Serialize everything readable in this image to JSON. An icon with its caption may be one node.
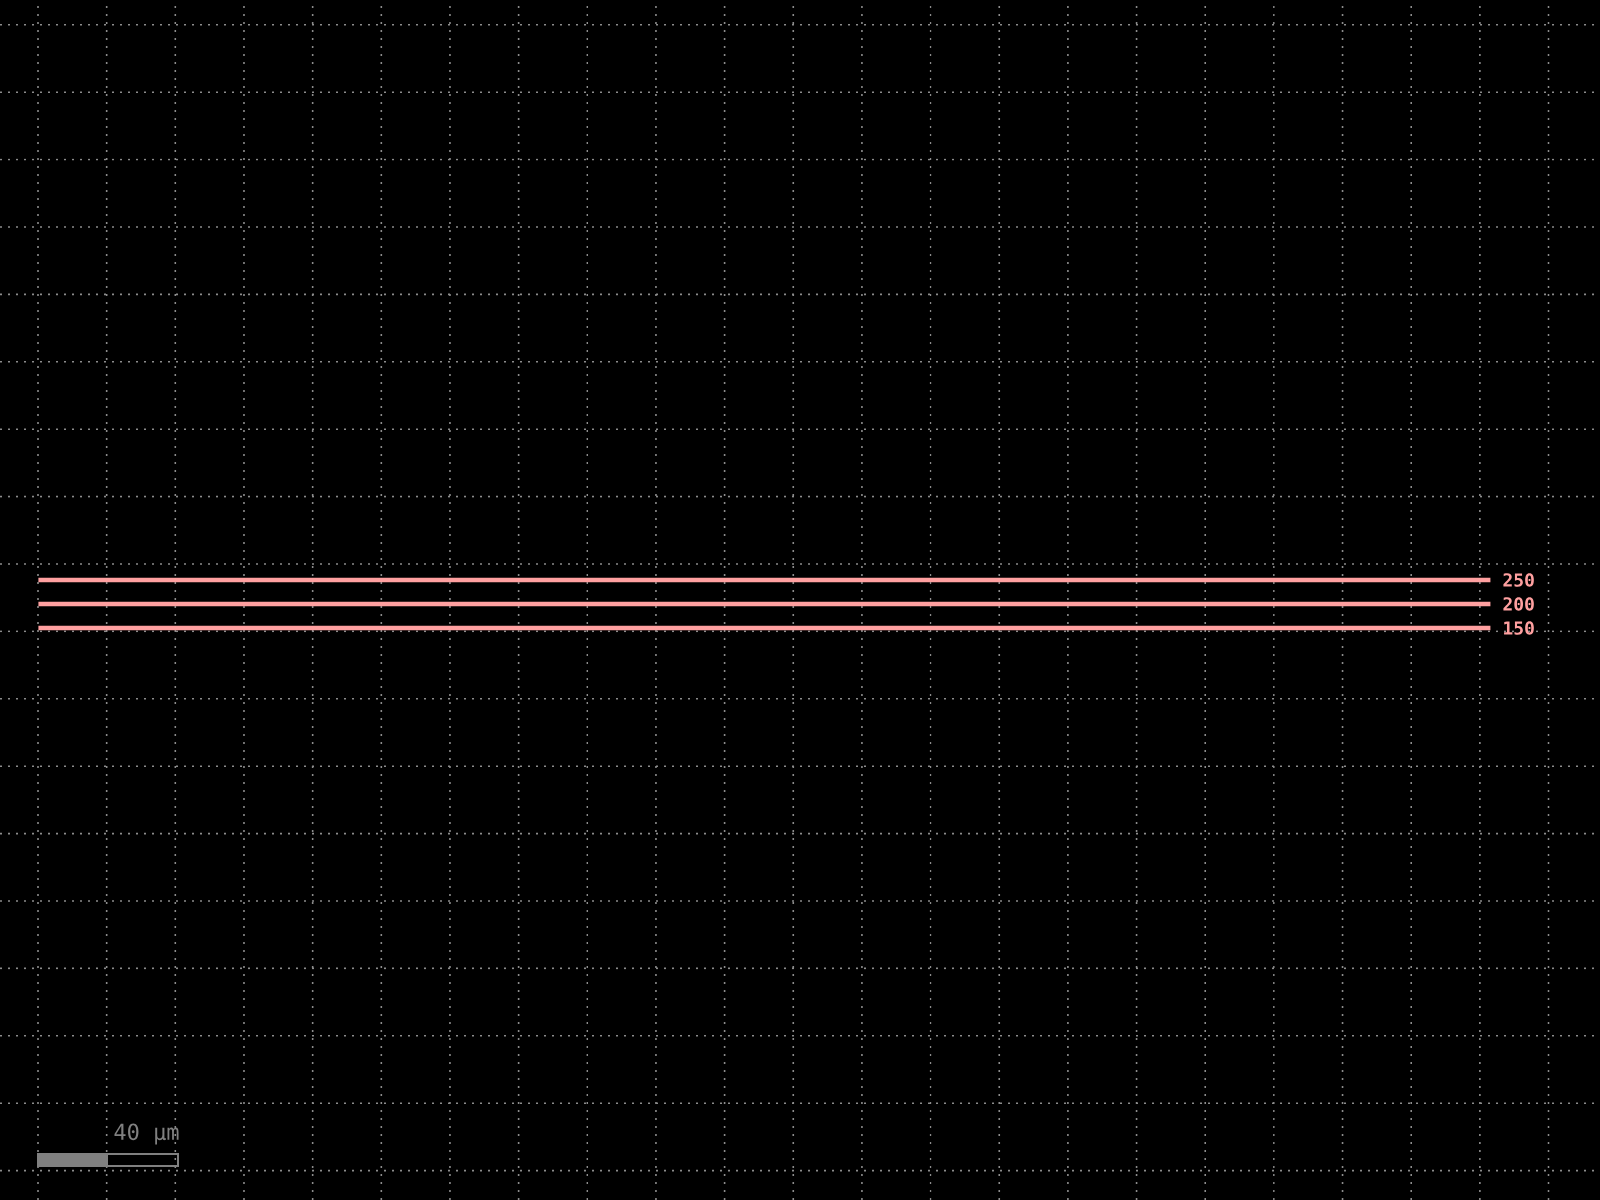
{
  "diagram": {
    "nodes": [
      {
        "text": [],
        "shape": "bar",
        "beside": [
          "250"
        ]
      },
      {
        "text": [],
        "shape": "bar",
        "beside": [
          "200"
        ]
      },
      {
        "text": [],
        "shape": "bar",
        "beside": [
          "150"
        ]
      }
    ],
    "labels": [
      "40 µm"
    ]
  }
}
